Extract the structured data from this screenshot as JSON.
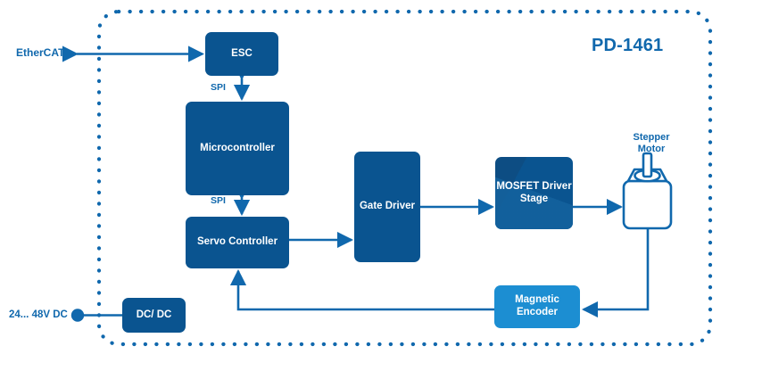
{
  "diagram": {
    "title": "PD-1461",
    "enclosure_label": "PD-1461",
    "colors": {
      "dark_blue": "#0a5490",
      "light_blue": "#1c8ed2",
      "line_blue": "#1068ad",
      "text_blue": "#1068ad",
      "background": "#ffffff"
    },
    "blocks": [
      {
        "id": "esc",
        "label": "ESC",
        "color": "#0a5490",
        "shade": "dark"
      },
      {
        "id": "mcu",
        "label": "Microcontroller",
        "color": "#0a5490",
        "shade": "dark"
      },
      {
        "id": "servo",
        "label": "Servo\nController",
        "color": "#0a5490",
        "shade": "dark"
      },
      {
        "id": "gate",
        "label": "Gate Driver",
        "color": "#0a5490",
        "shade": "dark"
      },
      {
        "id": "mosfet",
        "label": "MOSFET\nDriver\nStage",
        "color": "#0a5490",
        "shade": "dark"
      },
      {
        "id": "enc",
        "label": "Magnetic\nEncoder",
        "color": "#1c8ed2",
        "shade": "light"
      },
      {
        "id": "dcdc",
        "label": "DC/ DC",
        "color": "#0a5490",
        "shade": "dark"
      }
    ],
    "labels": {
      "ethercat": "EtherCAT",
      "power": "24... 48V DC",
      "spi_top": "SPI",
      "spi_bottom": "SPI",
      "stepper_motor": "Stepper\nMotor"
    },
    "connections": [
      {
        "from": "EtherCAT",
        "to": "ESC",
        "type": "bidirectional"
      },
      {
        "from": "ESC",
        "to": "Microcontroller",
        "type": "bidirectional",
        "label": "SPI"
      },
      {
        "from": "Microcontroller",
        "to": "Servo Controller",
        "type": "bidirectional",
        "label": "SPI"
      },
      {
        "from": "Servo Controller",
        "to": "Gate Driver",
        "type": "directed"
      },
      {
        "from": "Gate Driver",
        "to": "MOSFET Driver Stage",
        "type": "directed"
      },
      {
        "from": "MOSFET Driver Stage",
        "to": "Stepper Motor",
        "type": "directed"
      },
      {
        "from": "Stepper Motor",
        "to": "Magnetic Encoder",
        "type": "directed"
      },
      {
        "from": "Magnetic Encoder",
        "to": "Servo Controller",
        "type": "directed"
      },
      {
        "from": "24... 48V DC",
        "to": "DC/ DC",
        "type": "plain"
      }
    ]
  }
}
